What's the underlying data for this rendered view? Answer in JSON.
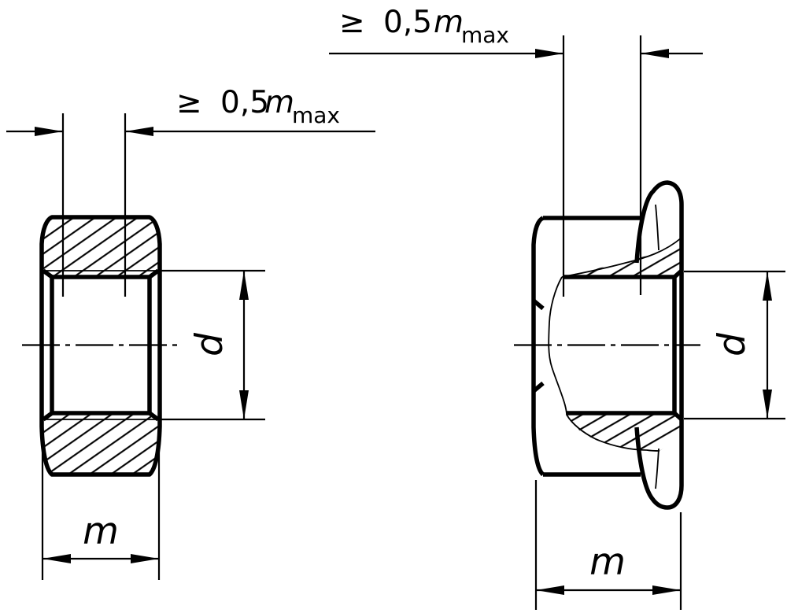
{
  "colors": {
    "ink": "#000000",
    "background": "#ffffff"
  },
  "left_view": {
    "engagement": {
      "relation": "≥",
      "coefficient": "0,5",
      "symbol": "m",
      "subscript": "max"
    },
    "thread_diameter_label": "d",
    "nut_height_label": "m"
  },
  "right_view": {
    "engagement": {
      "relation": "≥",
      "coefficient": "0,5",
      "symbol": "m",
      "subscript": "max"
    },
    "thread_diameter_label": "d",
    "nut_height_label": "m"
  }
}
